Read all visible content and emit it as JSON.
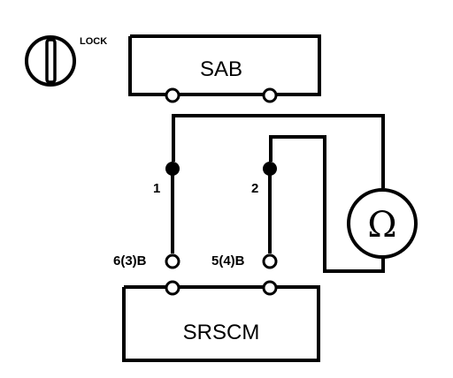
{
  "ignition": {
    "label": "LOCK",
    "icon": "ignition-key-icon"
  },
  "components": {
    "sab": {
      "label": "SAB"
    },
    "srscm": {
      "label": "SRSCM"
    },
    "ohmmeter": {
      "symbol": "Ω",
      "icon": "ohmmeter-icon"
    }
  },
  "probes": {
    "probe1": {
      "label": "1"
    },
    "probe2": {
      "label": "2"
    }
  },
  "terminals": {
    "left": {
      "label": "6(3)B"
    },
    "right": {
      "label": "5(4)B"
    }
  },
  "colors": {
    "ink": "#000000",
    "background": "#ffffff"
  }
}
